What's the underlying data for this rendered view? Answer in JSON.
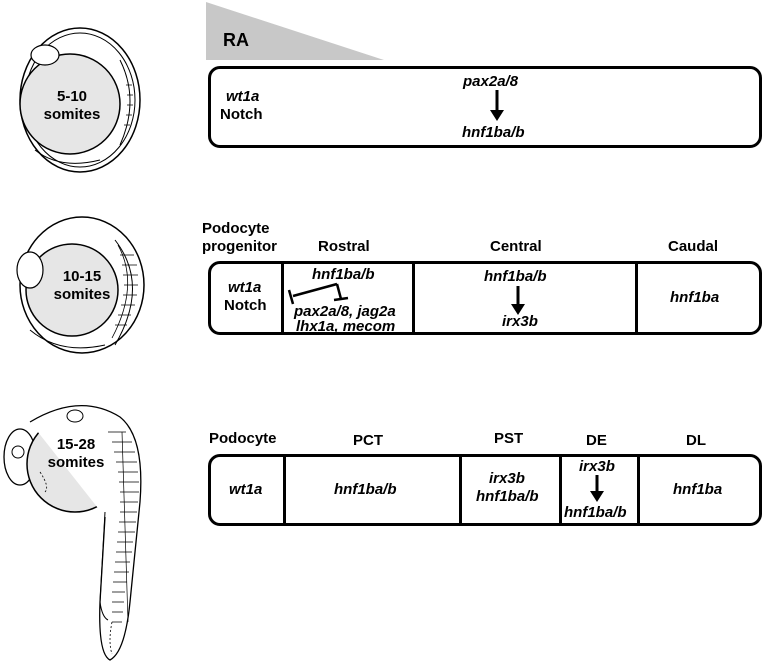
{
  "stages": [
    {
      "somites": "5-10\nsomites",
      "gradient_label": "RA",
      "cells": {
        "left": [
          "wt1a",
          "Notch"
        ],
        "pathway_top": "pax2a/8",
        "pathway_bottom": "hnf1ba/b"
      }
    },
    {
      "somites": "10-15\nsomites",
      "headers": [
        "Podocyte\nprogenitor",
        "Rostral",
        "Central",
        "Caudal"
      ],
      "cells": {
        "podocyte": [
          "wt1a",
          "Notch"
        ],
        "rostral_top": "hnf1ba/b",
        "rostral_bottom": [
          "pax2a/8, jag2a",
          "lhx1a, mecom"
        ],
        "central_top": "hnf1ba/b",
        "central_bottom": "irx3b",
        "caudal": "hnf1ba"
      }
    },
    {
      "somites": "15-28\nsomites",
      "headers": [
        "Podocyte",
        "PCT",
        "PST",
        "DE",
        "DL"
      ],
      "cells": {
        "podocyte": "wt1a",
        "pct": "hnf1ba/b",
        "pst": [
          "irx3b",
          "hnf1ba/b"
        ],
        "de_top": "irx3b",
        "de_bottom": "hnf1ba/b",
        "dl": "hnf1ba"
      }
    }
  ]
}
